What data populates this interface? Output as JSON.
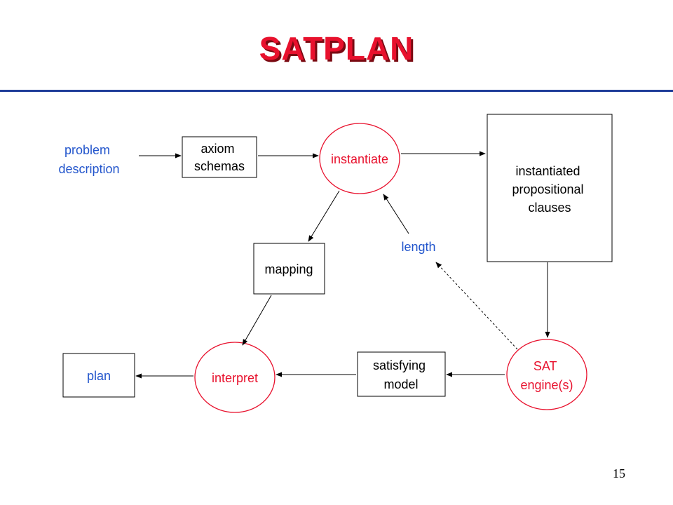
{
  "slide": {
    "title": "SATPLAN",
    "page_number": "15"
  },
  "colors": {
    "title": "#e8112d",
    "rule": "#1f3d99",
    "process_node": "#e8112d",
    "input_label": "#2255cc"
  },
  "diagram": {
    "problem_description": [
      "problem",
      "description"
    ],
    "axiom_schemas": [
      "axiom",
      "schemas"
    ],
    "instantiate": [
      "instantiate"
    ],
    "clauses": [
      "instantiated",
      "propositional",
      "clauses"
    ],
    "length": [
      "length"
    ],
    "mapping": [
      "mapping"
    ],
    "sat_engine": [
      "SAT",
      "engine(s)"
    ],
    "satisfying_model": [
      "satisfying",
      "model"
    ],
    "interpret": [
      "interpret"
    ],
    "plan": [
      "plan"
    ]
  }
}
